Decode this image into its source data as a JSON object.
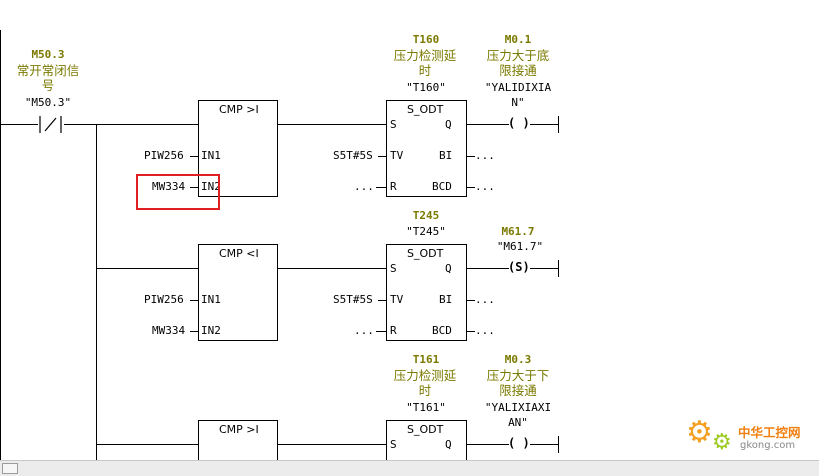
{
  "network": {
    "contact": {
      "address": "M50.3",
      "comment_line1": "常开常闭信",
      "comment_line2": "号",
      "symbol": "\"M50.3\"",
      "icon": "nc-contact-icon"
    },
    "rungs": [
      {
        "compare": {
          "label": "CMP >I",
          "in1_label": "IN1",
          "in2_label": "IN2",
          "in1_operand": "PIW256",
          "in2_operand": "MW334"
        },
        "timer": {
          "address": "T160",
          "comment_line1": "压力检测延",
          "comment_line2": "时",
          "symbol": "\"T160\"",
          "type": "S_ODT",
          "pin_s": "S",
          "pin_q": "Q",
          "pin_tv": "TV",
          "pin_bi": "BI",
          "pin_r": "R",
          "pin_bcd": "BCD",
          "tv_operand": "S5T#5S",
          "r_operand": "...",
          "bi_operand": "...",
          "bcd_operand": "..."
        },
        "coil": {
          "address": "M0.1",
          "comment_line1": "压力大于底",
          "comment_line2": "限接通",
          "symbol_line1": "\"YALIDIXIA",
          "symbol_line2": "N\"",
          "symbol": "( )"
        }
      },
      {
        "compare": {
          "label": "CMP <I",
          "in1_label": "IN1",
          "in2_label": "IN2",
          "in1_operand": "PIW256",
          "in2_operand": "MW334"
        },
        "timer": {
          "address": "T245",
          "symbol": "\"T245\"",
          "type": "S_ODT",
          "pin_s": "S",
          "pin_q": "Q",
          "pin_tv": "TV",
          "pin_bi": "BI",
          "pin_r": "R",
          "pin_bcd": "BCD",
          "tv_operand": "S5T#5S",
          "r_operand": "...",
          "bi_operand": "...",
          "bcd_operand": "..."
        },
        "coil": {
          "address": "M61.7",
          "symbol_line1": "\"M61.7\"",
          "symbol": "(S)"
        }
      },
      {
        "compare": {
          "label": "CMP >I"
        },
        "timer": {
          "address": "T161",
          "comment_line1": "压力检测延",
          "comment_line2": "时",
          "symbol": "\"T161\"",
          "type": "S_ODT",
          "pin_s": "S",
          "pin_q": "Q"
        },
        "coil": {
          "address": "M0.3",
          "comment_line1": "压力大于下",
          "comment_line2": "限接通",
          "symbol_line1": "\"YALIXIAXI",
          "symbol_line2": "AN\"",
          "symbol": "( )"
        }
      }
    ]
  },
  "highlight": {
    "target": "IN2",
    "color": "#e02020"
  },
  "watermark": {
    "name": "中华工控网",
    "url": "gkong.com"
  },
  "colors": {
    "comment": "#7a7a00",
    "wire": "#000000",
    "highlight": "#e02020"
  }
}
